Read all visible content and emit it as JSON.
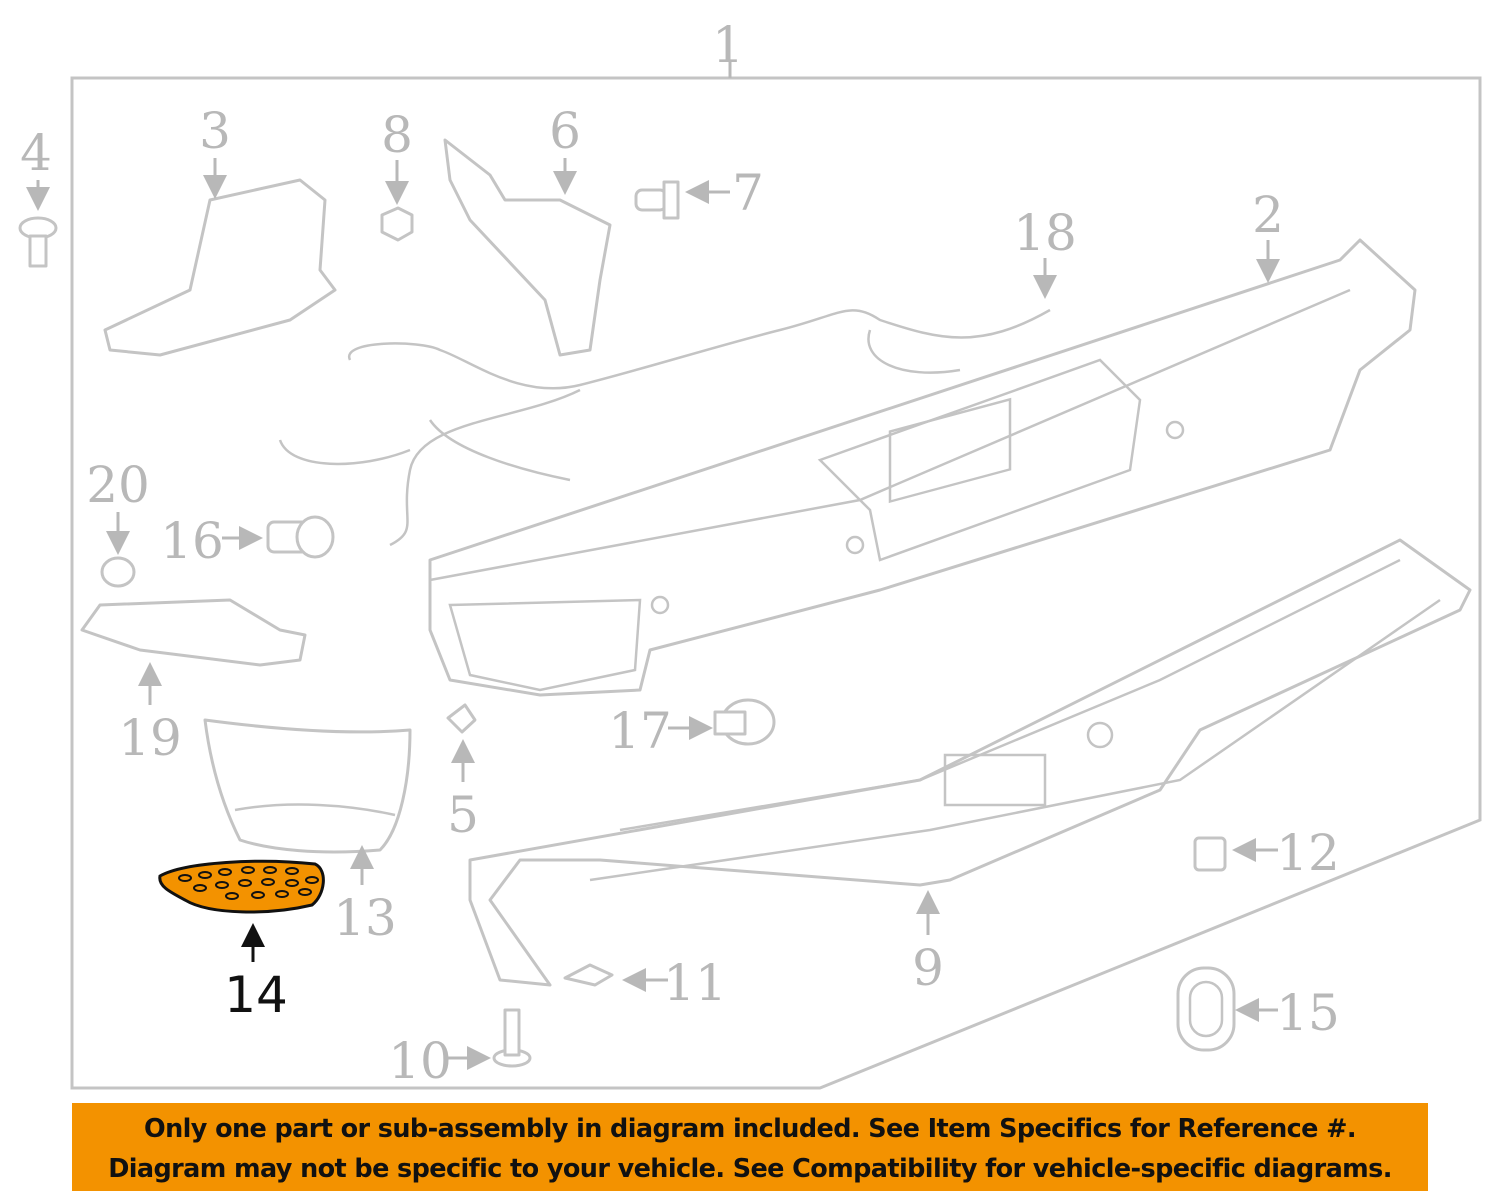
{
  "diagram": {
    "callouts": {
      "c1": "1",
      "c2": "2",
      "c3": "3",
      "c4": "4",
      "c5": "5",
      "c6": "6",
      "c7": "7",
      "c8": "8",
      "c9": "9",
      "c10": "10",
      "c11": "11",
      "c12": "12",
      "c13": "13",
      "c14": "14",
      "c15": "15",
      "c16": "16",
      "c17": "17",
      "c18": "18",
      "c19": "19",
      "c20": "20"
    },
    "highlighted_part": "14",
    "highlight_color": "#f39200",
    "line_color": "#c4c4c4"
  },
  "banner": {
    "line1": "Only one part or sub-assembly in diagram included. See Item Specifics for Reference #.",
    "line2": "Diagram may not be specific to your vehicle. See Compatibility for vehicle-specific diagrams.",
    "color": "#f39200"
  }
}
